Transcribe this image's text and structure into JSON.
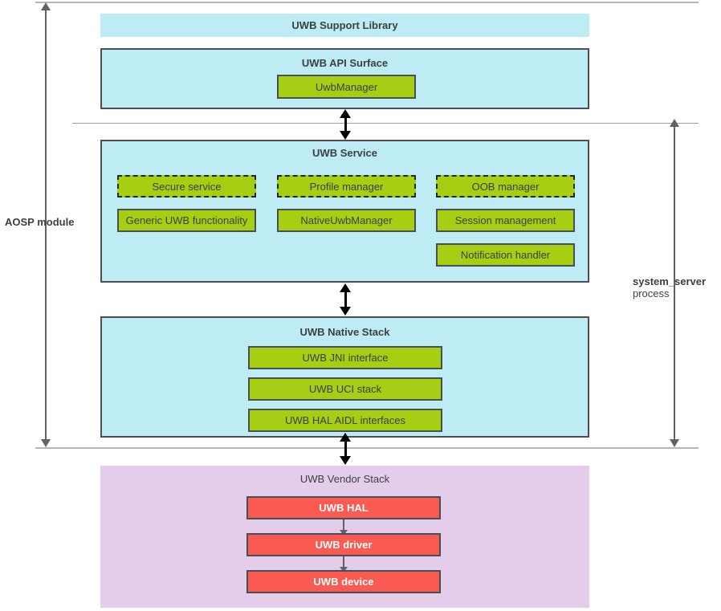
{
  "diagram": {
    "title": "UWB architecture stack",
    "colors": {
      "panel_blue": "#bdecf4",
      "panel_purple": "#e3cdea",
      "block_green": "#a6ce12",
      "block_red": "#fb5a52",
      "border_dark": "#4a4f54",
      "line_gray": "#b5b5b5",
      "text": "#3c4043"
    }
  },
  "brackets": {
    "left": {
      "label": "AOSP module"
    },
    "right": {
      "label_bold": "system_server",
      "label_normal": "process"
    }
  },
  "sections": {
    "support_library": {
      "title": "UWB Support Library",
      "blocks": []
    },
    "api_surface": {
      "title": "UWB API Surface",
      "blocks": [
        {
          "label": "UwbManager",
          "style": "solid"
        }
      ]
    },
    "service": {
      "title": "UWB Service",
      "blocks": [
        {
          "label": "Secure service",
          "style": "dashed"
        },
        {
          "label": "Profile manager",
          "style": "dashed"
        },
        {
          "label": "OOB manager",
          "style": "dashed"
        },
        {
          "label": "Generic UWB functionality",
          "style": "solid"
        },
        {
          "label": "NativeUwbManager",
          "style": "solid"
        },
        {
          "label": "Session management",
          "style": "solid"
        },
        {
          "label": "Notification handler",
          "style": "solid"
        }
      ]
    },
    "native_stack": {
      "title": "UWB Native Stack",
      "blocks": [
        {
          "label": "UWB JNI interface",
          "style": "solid"
        },
        {
          "label": "UWB UCI stack",
          "style": "solid"
        },
        {
          "label": "UWB HAL AIDL interfaces",
          "style": "solid"
        }
      ]
    },
    "vendor_stack": {
      "title": "UWB Vendor Stack",
      "blocks": [
        {
          "label": "UWB HAL",
          "style": "red"
        },
        {
          "label": "UWB driver",
          "style": "red"
        },
        {
          "label": "UWB device",
          "style": "red"
        }
      ]
    }
  }
}
